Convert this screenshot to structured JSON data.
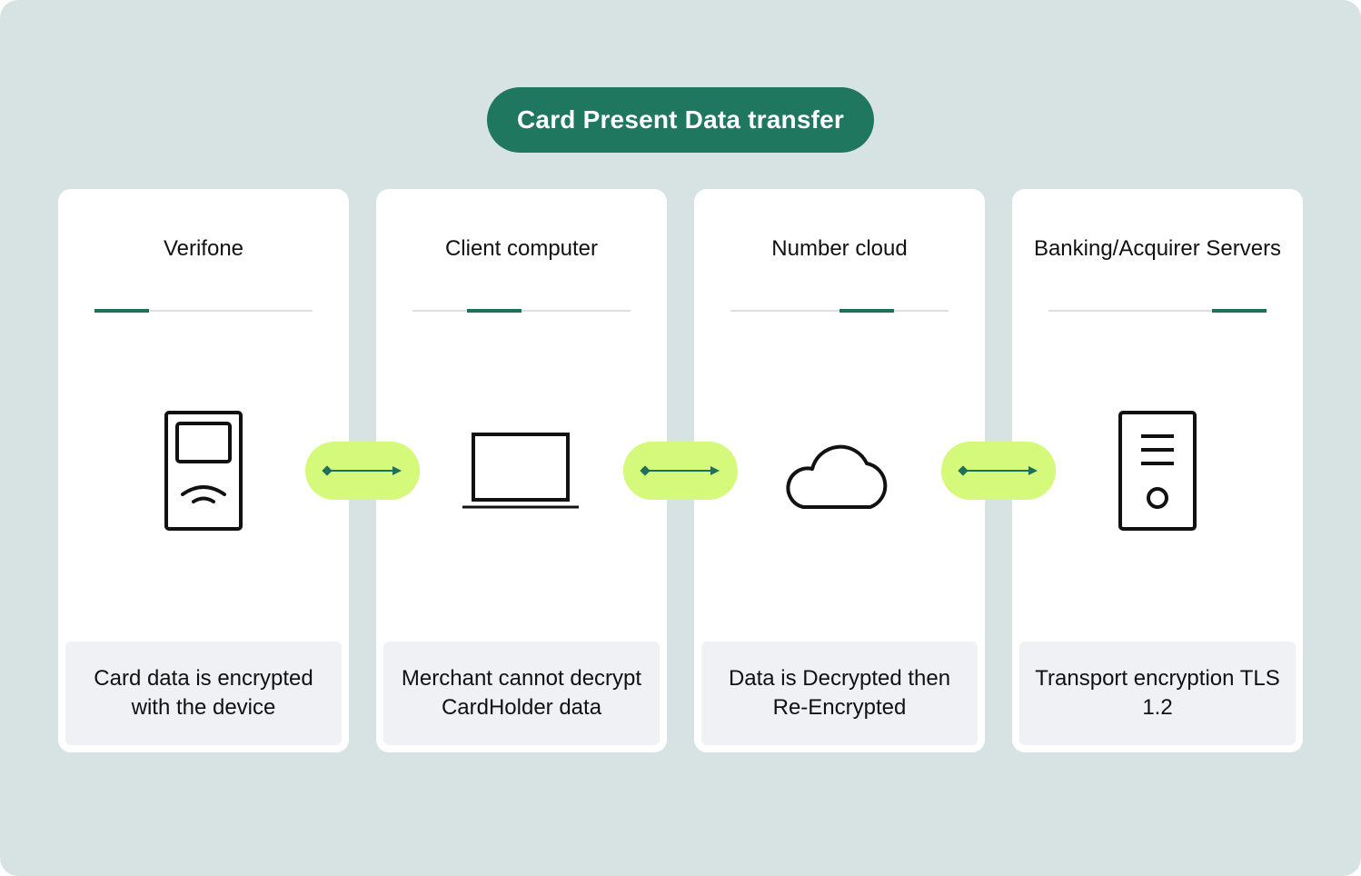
{
  "title": "Card Present Data transfer",
  "colors": {
    "background": "#d7e3e2",
    "accent": "#1f7760",
    "connector": "#d4f97b",
    "note_background": "#eff1f4"
  },
  "stages": [
    {
      "title": "Verifone",
      "icon": "payment-terminal-icon",
      "step": 1,
      "step_count": 4,
      "note": "Card data is encrypted with the device"
    },
    {
      "title": "Client computer",
      "icon": "laptop-icon",
      "step": 2,
      "step_count": 4,
      "note": "Merchant cannot decrypt CardHolder data"
    },
    {
      "title": "Number cloud",
      "icon": "cloud-icon",
      "step": 3,
      "step_count": 4,
      "note": "Data is Decrypted then Re-Encrypted"
    },
    {
      "title": "Banking/Acquirer Servers",
      "icon": "server-icon",
      "step": 4,
      "step_count": 4,
      "note": "Transport encryption TLS 1.2"
    }
  ],
  "connectors": [
    {
      "icon": "arrow-right-icon"
    },
    {
      "icon": "arrow-right-icon"
    },
    {
      "icon": "arrow-right-icon"
    }
  ]
}
